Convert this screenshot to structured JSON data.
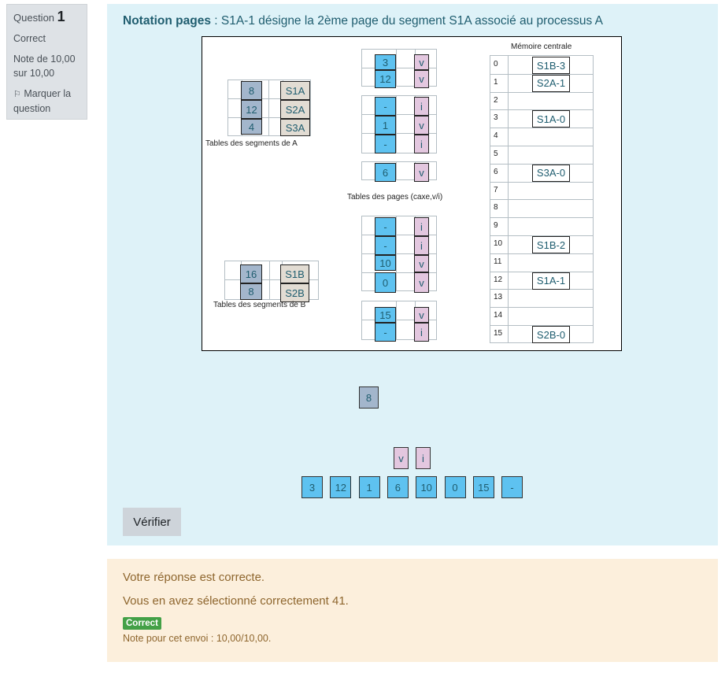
{
  "info": {
    "question_label": "Question",
    "question_number": "1",
    "state": "Correct",
    "grade": "Note de 10,00 sur 10,00",
    "flag": "Marquer la question"
  },
  "question": {
    "title_bold": "Notation pages",
    "title_rest": " : S1A-1 désigne la  2ème page du segment S1A  associé au processus A"
  },
  "diagram": {
    "seg_a": {
      "frames": [
        "8",
        "12",
        "4"
      ],
      "segments": [
        "S1A",
        "S2A",
        "S3A"
      ],
      "caption": "Tables des segments de A"
    },
    "seg_b": {
      "frames": [
        "16",
        "8"
      ],
      "segments": [
        "S1B",
        "S2B"
      ],
      "caption": "Tables des segments de B"
    },
    "page_tables": {
      "pt1": {
        "caxe": [
          "3",
          "12"
        ],
        "vi": [
          "v",
          "v"
        ]
      },
      "pt2": {
        "caxe": [
          "-",
          "1",
          "-"
        ],
        "vi": [
          "i",
          "v",
          "i"
        ]
      },
      "pt3": {
        "caxe": [
          "6"
        ],
        "vi": [
          "v"
        ]
      },
      "pt4": {
        "caxe": [
          "-",
          "-",
          "10",
          "0"
        ],
        "vi": [
          "i",
          "i",
          "v",
          "v"
        ]
      },
      "pt5": {
        "caxe": [
          "15",
          "-"
        ],
        "vi": [
          "v",
          "i"
        ]
      },
      "caption": "Tables des pages  (caxe,v/i)"
    },
    "memory": {
      "title": "Mémoire centrale",
      "rows": [
        "0",
        "1",
        "2",
        "3",
        "4",
        "5",
        "6",
        "7",
        "8",
        "9",
        "10",
        "11",
        "12",
        "13",
        "14",
        "15"
      ],
      "pages": [
        {
          "row": 0,
          "label": "S1B-3"
        },
        {
          "row": 1,
          "label": "S2A-1"
        },
        {
          "row": 3,
          "label": "S1A-0"
        },
        {
          "row": 6,
          "label": "S3A-0"
        },
        {
          "row": 10,
          "label": "S1B-2"
        },
        {
          "row": 12,
          "label": "S1A-1"
        },
        {
          "row": 15,
          "label": "S2B-0"
        }
      ]
    }
  },
  "choices": {
    "frame": [
      "8"
    ],
    "vi": [
      "v",
      "i"
    ],
    "pages": [
      "3",
      "12",
      "1",
      "6",
      "10",
      "0",
      "15",
      "-"
    ]
  },
  "submit_label": "Vérifier",
  "outcome": {
    "line1": "Votre réponse est correcte.",
    "line2": "Vous en avez sélectionné correctement 41.",
    "badge": "Correct",
    "line3": "Note pour cet envoi : 10,00/10,00."
  },
  "colors": {
    "slate": "#a3b6cc",
    "cyan": "#5ec2f0",
    "pink": "#e3c7df",
    "beige": "#e2dcd3"
  }
}
